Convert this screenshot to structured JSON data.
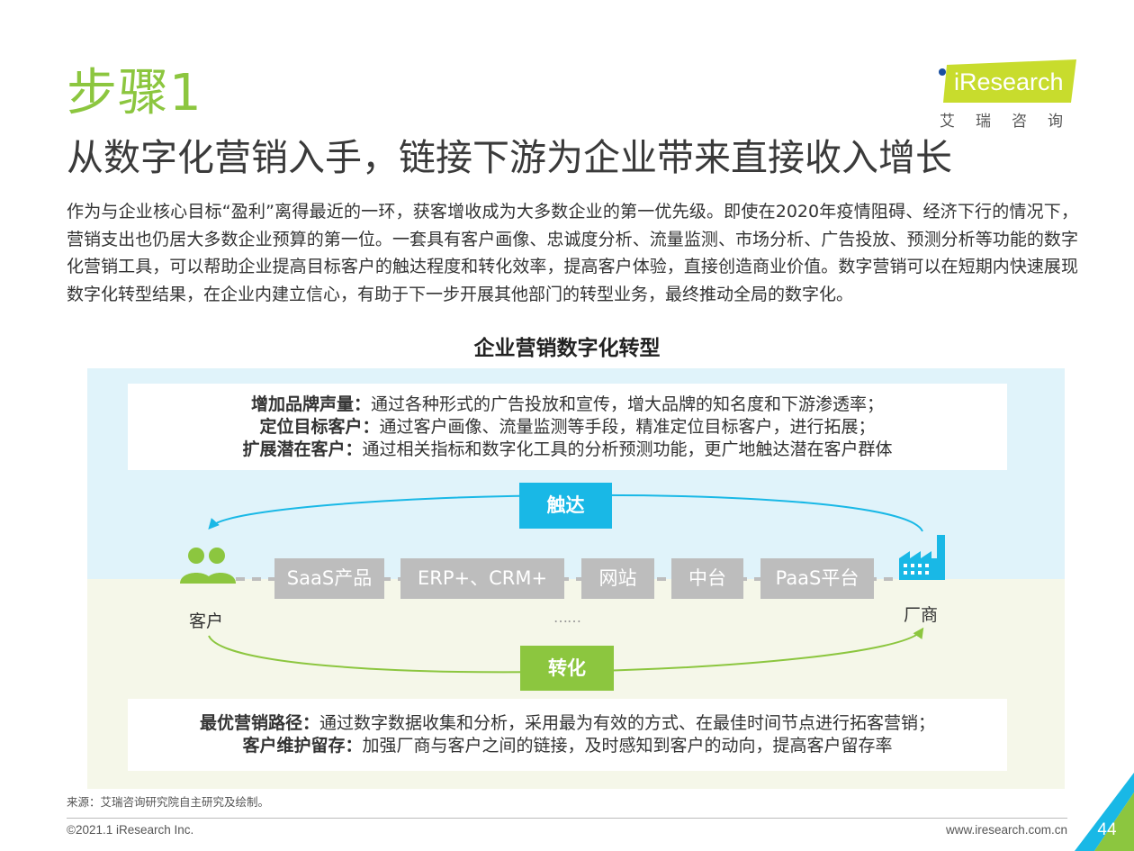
{
  "header": {
    "step": "步骤1",
    "title": "从数字化营销入手，链接下游为企业带来直接收入增长"
  },
  "logo": {
    "brand": "iResearch",
    "cn": "艾瑞咨询",
    "accent": "#c8dc2d"
  },
  "intro": "作为与企业核心目标“盈利”离得最近的一环，获客增收成为大多数企业的第一优先级。即使在2020年疫情阻碍、经济下行的情况下，营销支出也仍居大多数企业预算的第一位。一套具有客户画像、忠诚度分析、流量监测、市场分析、广告投放、预测分析等功能的数字化营销工具，可以帮助企业提高目标客户的触达程度和转化效率，提高客户体验，直接创造商业价值。数字营销可以在短期内快速展现数字化转型结果，在企业内建立信心，有助于下一步开展其他部门的转型业务，最终推动全局的数字化。",
  "diagram": {
    "title": "企业营销数字化转型",
    "top_box": [
      {
        "term": "增加品牌声量：",
        "desc": "通过各种形式的广告投放和宣传，增大品牌的知名度和下游渗透率；"
      },
      {
        "term": "定位目标客户：",
        "desc": "通过客户画像、流量监测等手段，精准定位目标客户，进行拓展；"
      },
      {
        "term": "扩展潜在客户：",
        "desc": "通过相关指标和数字化工具的分析预测功能，更广地触达潜在客户群体"
      }
    ],
    "reach_label": "触达",
    "convert_label": "转化",
    "customer_label": "客户",
    "vendor_label": "厂商",
    "channels": [
      "SaaS产品",
      "ERP+、CRM+",
      "网站",
      "中台",
      "PaaS平台"
    ],
    "ellipsis": "……",
    "bottom_box": [
      {
        "term": "最优营销路径：",
        "desc": "通过数字数据收集和分析，采用最为有效的方式、在最佳时间节点进行拓客营销；"
      },
      {
        "term": "客户维护留存：",
        "desc": "加强厂商与客户之间的链接，及时感知到客户的动向，提高客户留存率"
      }
    ],
    "colors": {
      "reach": "#19b8e6",
      "convert": "#8cc63f",
      "pill": "#bdbdbd"
    }
  },
  "footer": {
    "source": "来源：艾瑞咨询研究院自主研究及绘制。",
    "copyright": "©2021.1 iResearch Inc.",
    "website": "www.iresearch.com.cn",
    "page": "44"
  }
}
